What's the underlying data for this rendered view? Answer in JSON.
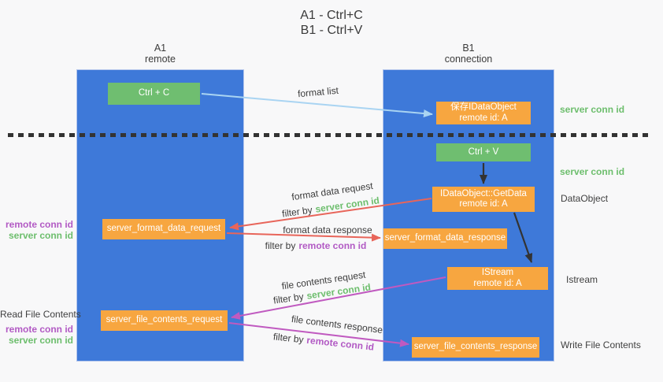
{
  "title": {
    "line1": "A1 - Ctrl+C",
    "line2": "B1 - Ctrl+V"
  },
  "columns": {
    "left": {
      "id": "A1",
      "subtitle": "remote"
    },
    "right": {
      "id": "B1",
      "subtitle": "connection"
    }
  },
  "nodes": {
    "ctrl_c": "Ctrl + C",
    "ctrl_v": "Ctrl + V",
    "save_dataobject": {
      "line1": "保存IDataObject",
      "line2": "remote id: A"
    },
    "getdata": {
      "line1": "IDataObject::GetData",
      "line2": "remote id: A"
    },
    "istream": {
      "line1": "IStream",
      "line2": "remote id: A"
    },
    "format_request": "server_format_data_request",
    "format_response": "server_format_data_response",
    "file_request": "server_file_contents_request",
    "file_response": "server_file_contents_response"
  },
  "edge_labels": {
    "format_list": "format list",
    "format_data_request": "format data request",
    "format_data_response": "format data response",
    "file_contents_request": "file contents request",
    "file_contents_response": "file contents response",
    "filter_by": "filter by"
  },
  "strings": {
    "server_conn_id": "server conn id",
    "remote_conn_id": "remote conn id"
  },
  "side_labels": {
    "right_dataobject": "DataObject",
    "right_istream": "Istream",
    "right_write_file": "Write File Contents",
    "left_read_file": "Read File Contents"
  },
  "colors": {
    "lane_blue": "#3e79d9",
    "box_green": "#6fbe70",
    "box_orange": "#f7a640",
    "arrow_lightblue": "#a9d4f2",
    "arrow_black": "#333333",
    "arrow_red": "#e8655a",
    "arrow_magenta": "#c05ac0",
    "text_green": "#6dbe6d",
    "text_purple": "#b25ac4"
  }
}
